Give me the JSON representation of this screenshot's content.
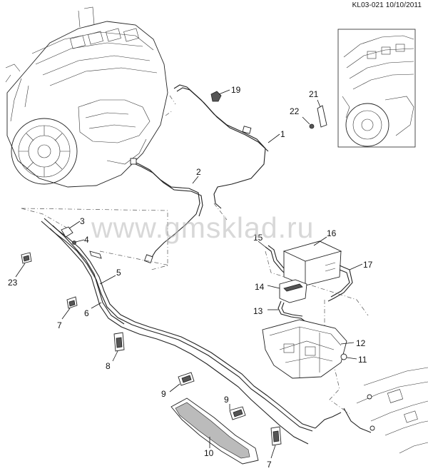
{
  "header": {
    "reference_code": "KL03-021 10/10/2011"
  },
  "watermark": {
    "text": "www.gmsklad.ru"
  },
  "callouts": [
    {
      "id": "c1",
      "label": "1"
    },
    {
      "id": "c2",
      "label": "2"
    },
    {
      "id": "c3",
      "label": "3"
    },
    {
      "id": "c4",
      "label": "4"
    },
    {
      "id": "c5",
      "label": "5"
    },
    {
      "id": "c6",
      "label": "6"
    },
    {
      "id": "c7a",
      "label": "7"
    },
    {
      "id": "c7b",
      "label": "7"
    },
    {
      "id": "c8",
      "label": "8"
    },
    {
      "id": "c9a",
      "label": "9"
    },
    {
      "id": "c9b",
      "label": "9"
    },
    {
      "id": "c10",
      "label": "10"
    },
    {
      "id": "c11",
      "label": "11"
    },
    {
      "id": "c12",
      "label": "12"
    },
    {
      "id": "c13",
      "label": "13"
    },
    {
      "id": "c14",
      "label": "14"
    },
    {
      "id": "c15",
      "label": "15"
    },
    {
      "id": "c16",
      "label": "16"
    },
    {
      "id": "c17",
      "label": "17"
    },
    {
      "id": "c19",
      "label": "19"
    },
    {
      "id": "c21",
      "label": "21"
    },
    {
      "id": "c22",
      "label": "22"
    },
    {
      "id": "c23",
      "label": "23"
    }
  ]
}
